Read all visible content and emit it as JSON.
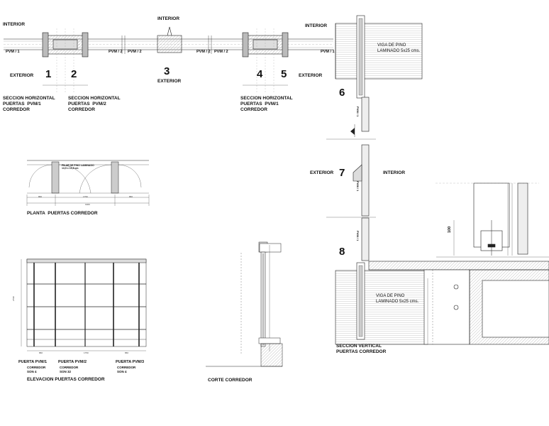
{
  "labels": {
    "interior": "INTERIOR",
    "exterior": "EXTERIOR",
    "interior_top": "INTERIOR",
    "exterior_mid": "EXTERIOR",
    "pvm1": "PVM / 1",
    "pvm2": "PVM / 2",
    "pvm1b": "PVM / 1",
    "pvm2b": "PVM / 2",
    "pvm2c": "PVM / 2",
    "pvm2d": "PVM / 2",
    "pvm1c": "PVM / 1",
    "pvm1d": "PVM / 1",
    "pvm1_vert_a": "PVM / 1",
    "pvm1_vert_b": "PVM / 1",
    "pvm1_vert_c": "PVM / 1",
    "detail_1": "1",
    "detail_2": "2",
    "detail_3": "3",
    "detail_4": "4",
    "detail_5": "5",
    "detail_6": "6",
    "detail_7": "7",
    "detail_8": "8",
    "viga_top": "VIGA DE PINO\nLAMINADO 5x25 cms.",
    "viga_bottom": "VIGA DE PINO\nLAMINADO 5x25 cms.",
    "pilar": "PILAR DE PINO LAMINADO\n13,5 x 13,5 cm"
  },
  "captions": {
    "sec_pvm1_left": "SECCION HORIZONTAL\nPUERTAS  PVM/1\nCORREDOR",
    "sec_pvm2": "SECCION HORIZONTAL\nPUERTAS  PVM/2\nCORREDOR",
    "sec_pvm1_right": "SECCION HORIZONTAL\nPUERTAS  PVM/1\nCORREDOR",
    "planta": "PLANTA  PUERTAS CORREDOR",
    "elevacion": "ELEVACION PUERTAS CORREDOR",
    "corte": "CORTE CORREDOR",
    "sec_vertical": "SECCION VERTICAL\nPUERTAS CORREDOR"
  },
  "doors": [
    {
      "name": "PUERTA PVM/1",
      "sub": "CORREDOR\nSON 4"
    },
    {
      "name": "PUERTA PVM/2",
      "sub": "CORREDOR\nSON 32"
    },
    {
      "name": "PUERTA PVM/3",
      "sub": "CORREDOR\nSON 4"
    }
  ],
  "dims": {
    "planta_a": "860",
    "planta_b": "1750",
    "planta_c": "860",
    "planta_total": "1900",
    "elev_a": "860",
    "elev_b": "1750",
    "elev_c": "860",
    "elev_h": "2790",
    "vert_100": "100"
  }
}
